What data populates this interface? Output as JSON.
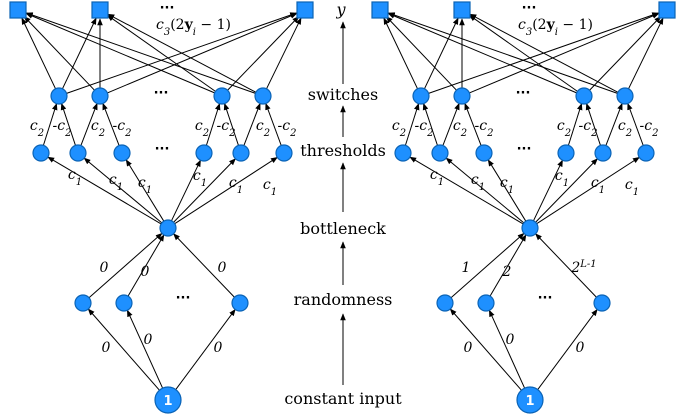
{
  "middle": {
    "y": "y",
    "stages": [
      "switches",
      "thresholds",
      "bottleneck",
      "randomness",
      "constant  input"
    ]
  },
  "input_node_label": "1",
  "ellipsis": "···",
  "output_term": {
    "prefix": "c",
    "sub": "3",
    "body": "(2",
    "bold": "y",
    "idx": "i",
    "tail": " − 1)"
  },
  "threshold_edge": {
    "base": "c",
    "sub": "1"
  },
  "switch_edges": {
    "pos": "c",
    "neg": "-c",
    "sub": "2"
  },
  "left_network": {
    "input_edge_labels": [
      "0",
      "0",
      "0"
    ],
    "randomness_edge_labels": [
      "0",
      "0",
      "0"
    ]
  },
  "right_network": {
    "input_edge_labels": [
      "0",
      "0",
      "0"
    ],
    "randomness_edge_labels": [
      "1",
      "2",
      "2"
    ],
    "last_weight_superscript": "L-1"
  },
  "colors": {
    "node_fill": "#1e90ff",
    "node_stroke": "#0b63b5",
    "edge": "#000000"
  }
}
